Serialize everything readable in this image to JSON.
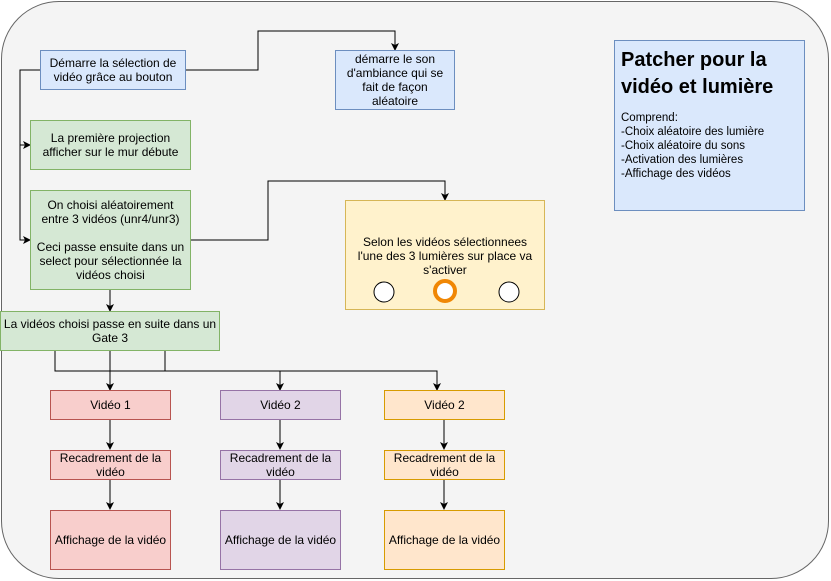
{
  "nodes": {
    "start_selection": "Démarre la sélection de vidéo grâce au bouton",
    "ambient_sound": "démarre le son d'ambiance qui se fait de façon aléatoire",
    "first_projection": "La première projection afficher sur le mur débute",
    "random_choice": "On choisi aléatoirement entre 3 vidéos (unr4/unr3)\n\nCeci passe ensuite dans un select pour sélectionnée la vidéos choisi",
    "lights_text": "Selon les vidéos sélectionnees l'une des 3 lumières sur place va s'activer",
    "gate": "La vidéos choisi passe en suite dans un Gate 3",
    "video_1": "Vidéo 1",
    "video_2a": "Vidéo 2",
    "video_2b": "Vidéo 2",
    "crop_1": "Recadrement de la vidéo",
    "crop_2": "Recadrement de la vidéo",
    "crop_3": "Recadrement de la vidéo",
    "display_1": "Affichage de la vidéo",
    "display_2": "Affichage de la vidéo",
    "display_3": "Affichage de la vidéo"
  },
  "lights": [
    {
      "state": "off",
      "color": "#000000"
    },
    {
      "state": "on",
      "color": "#f08705"
    },
    {
      "state": "off",
      "color": "#000000"
    }
  ],
  "info": {
    "title": "Patcher pour la vidéo et lumière",
    "intro": "Comprend:",
    "items": [
      "-Choix aléatoire des lumière",
      "-Choix aléatoire du sons",
      "-Activation des lumières",
      "-Affichage des vidéos"
    ]
  }
}
